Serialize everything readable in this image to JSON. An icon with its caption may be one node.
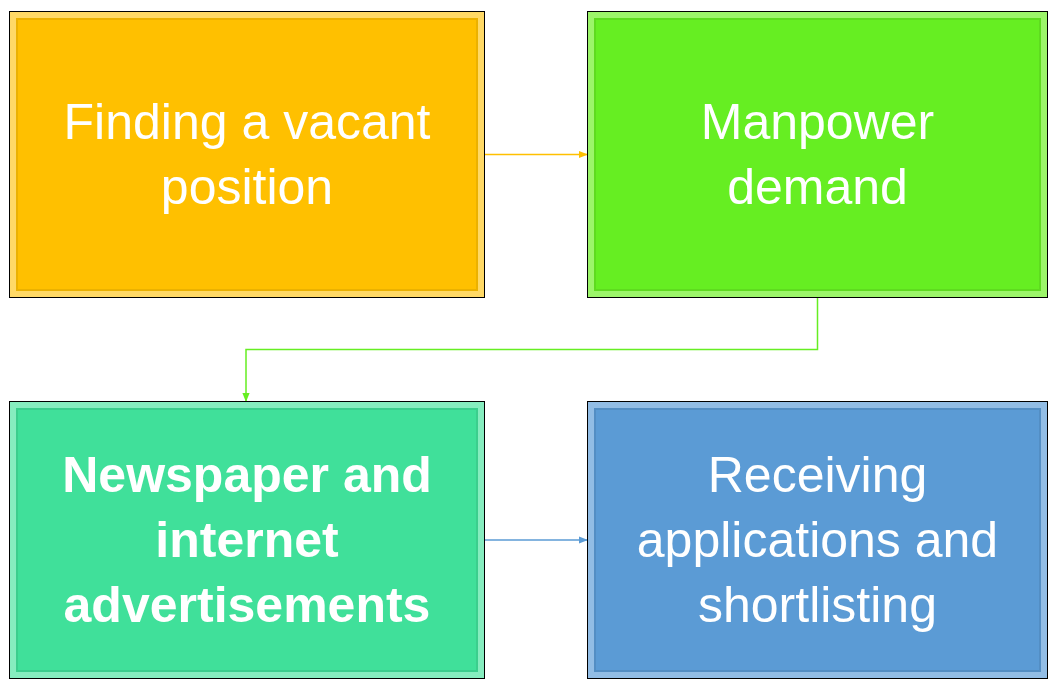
{
  "diagram": {
    "nodes": [
      {
        "text": [
          "Finding a vacant position"
        ]
      },
      {
        "text": [
          "Manpower demand"
        ]
      },
      {
        "text": [
          "Newspaper and internet advertisements"
        ]
      },
      {
        "text": [
          "Receiving applications and shortlisting"
        ]
      }
    ],
    "edges": [
      {
        "from": 0,
        "to": 1,
        "arrow": "to",
        "color": "#ffc000"
      },
      {
        "from": 1,
        "to": 2,
        "arrow": "to",
        "color": "#66ee22"
      },
      {
        "from": 2,
        "to": 3,
        "arrow": "to",
        "color": "#5b9bd5"
      }
    ]
  }
}
